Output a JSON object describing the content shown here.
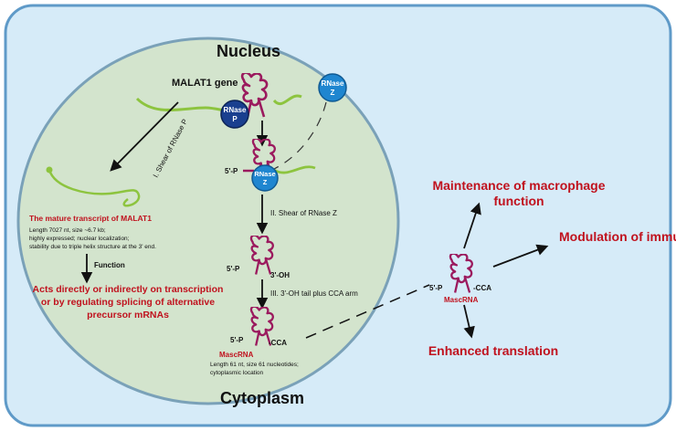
{
  "compartments": {
    "nucleus": "Nucleus",
    "cytoplasm": "Cytoplasm"
  },
  "gene": {
    "label": "MALAT1 gene"
  },
  "enzymes": {
    "rnase_p": [
      "RNase",
      "P"
    ],
    "rnase_z_free": [
      "RNase",
      "Z"
    ],
    "rnase_z_bound": [
      "RNase",
      "Z"
    ]
  },
  "steps": {
    "step1": "I. Shear of RNase P",
    "step2": "II. Shear of RNase Z",
    "step3": "III. 3'-OH tail plus CCA arm"
  },
  "ends": {
    "five_p": "5'-P",
    "three_oh": "3'-OH",
    "cca": "-CCA"
  },
  "mature_transcript": {
    "title": "The mature transcript of MALAT1",
    "details": [
      "Length 7027 nt, size ~6.7 kb;",
      "highly expressed; nuclear localization;",
      "stability due to triple helix structure at the 3' end."
    ],
    "function_label": "Function",
    "function_text": [
      "Acts directly or indirectly on transcription",
      "or by regulating splicing of alternative",
      "precursor mRNAs"
    ]
  },
  "mascrna": {
    "label": "MascRNA",
    "details": [
      "Length 61 nt, size 61 nucleotides;",
      "cytoplasmic location"
    ]
  },
  "outcomes": {
    "macrophage": [
      "Maintenance of macrophage",
      "function"
    ],
    "immunity": "Modulation of immunity",
    "translation": "Enhanced translation"
  },
  "colors": {
    "cytoplasm_fill": "#d6ebf8",
    "nucleus_fill": "#d3e4cd",
    "rna": "#9b1a5e",
    "gene_line": "#8dc43f",
    "rnase_p": "#1a3f8f",
    "rnase_z": "#1f86d0",
    "accent_red": "#c0121e"
  }
}
